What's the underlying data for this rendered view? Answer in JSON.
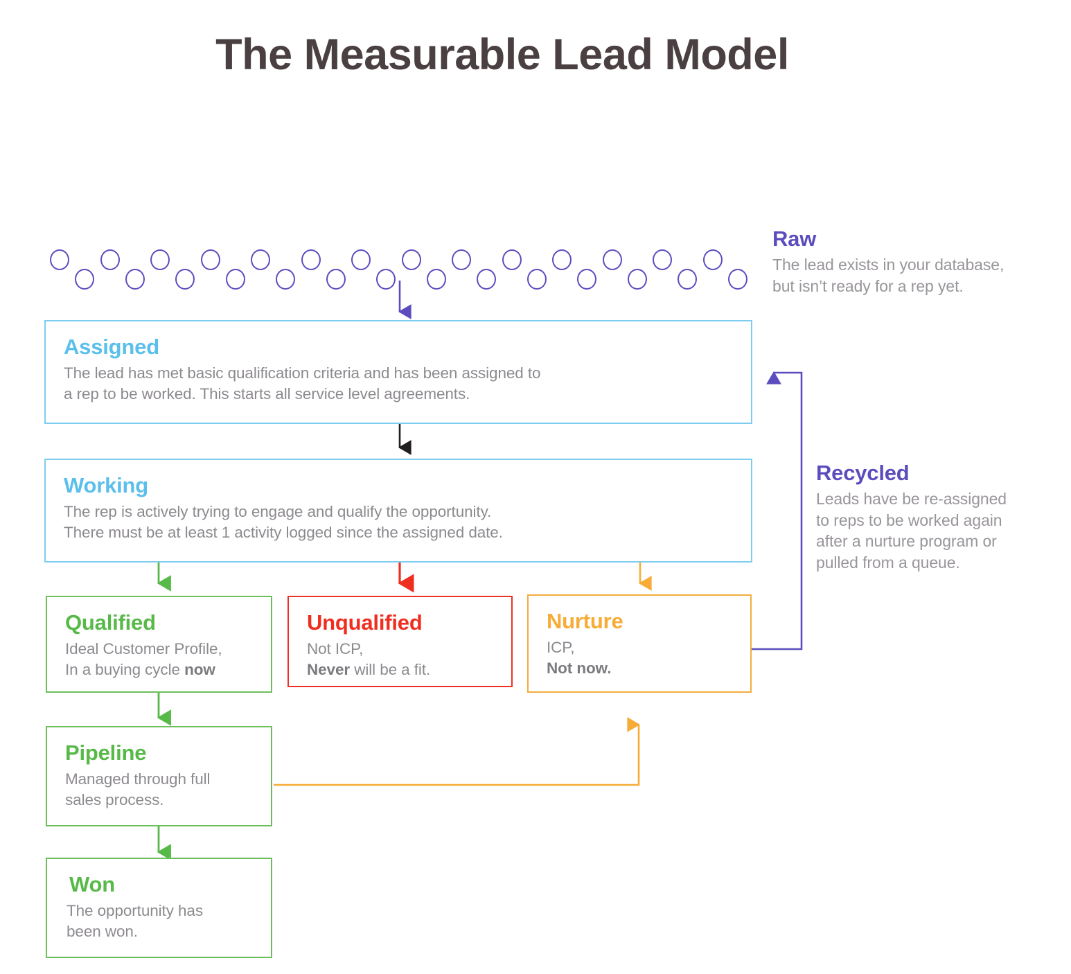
{
  "title": "The Measurable Lead Model",
  "colors": {
    "title": "#4a4042",
    "blue": "#5bbfeb",
    "green": "#57b947",
    "red": "#ef2e20",
    "orange": "#f7ac37",
    "purple": "#5b4dbe",
    "body_text": "#8d8a8f",
    "arrow_dark": "#231f20"
  },
  "notes": [
    {
      "name": "raw",
      "title": "Raw",
      "body_line1": "The lead exists in your database,",
      "body_line2": "but isn’t ready for a rep yet."
    },
    {
      "name": "recycled",
      "title": "Recycled",
      "body_line1": "Leads have be re-assigned",
      "body_line2": "to reps to be worked again",
      "body_line3": "after a nurture program or",
      "body_line4": "pulled from a queue."
    }
  ],
  "stages": [
    {
      "name": "assigned",
      "title": "Assigned",
      "desc_line1": "The lead has met basic qualification criteria and has been assigned to",
      "desc_line2": "a rep to be worked. This starts all service level agreements."
    },
    {
      "name": "working",
      "title": "Working",
      "desc_line1": "The rep is actively trying to engage and qualify the opportunity.",
      "desc_line2": "There must be at least 1 activity logged since the assigned date."
    },
    {
      "name": "qualified",
      "title": "Qualified",
      "desc_line1": "Ideal Customer Profile,",
      "desc_line2_pre": "In a buying cycle ",
      "desc_line2_bold": "now"
    },
    {
      "name": "unqualified",
      "title": "Unqualified",
      "desc_line1": "Not ICP,",
      "desc_line2_bold": "Never",
      "desc_line2_post": " will be a fit."
    },
    {
      "name": "nurture",
      "title": "Nurture",
      "desc_line1": "ICP,",
      "desc_line2_bold": "Not now."
    },
    {
      "name": "pipeline",
      "title": "Pipeline",
      "desc_line1": "Managed through full",
      "desc_line2": "sales process."
    },
    {
      "name": "won",
      "title": "Won",
      "desc_line1": "The opportunity has",
      "desc_line2": "been won."
    }
  ],
  "raw_dots": {
    "count_top_row": 14,
    "count_bottom_row": 14,
    "shape": "circle-outline"
  },
  "connectors": [
    {
      "name": "raw-to-assigned",
      "color": "#5b4dbe",
      "from": "raw",
      "to": "assigned"
    },
    {
      "name": "assigned-to-working",
      "color": "#231f20",
      "from": "assigned",
      "to": "working"
    },
    {
      "name": "working-to-qualified",
      "color": "#57b947",
      "from": "working",
      "to": "qualified"
    },
    {
      "name": "working-to-unqualified",
      "color": "#ef2e20",
      "from": "working",
      "to": "unqualified"
    },
    {
      "name": "working-to-nurture",
      "color": "#f7ac37",
      "from": "working",
      "to": "nurture"
    },
    {
      "name": "qualified-to-pipeline",
      "color": "#57b947",
      "from": "qualified",
      "to": "pipeline"
    },
    {
      "name": "pipeline-to-won",
      "color": "#57b947",
      "from": "pipeline",
      "to": "won"
    },
    {
      "name": "pipeline-to-nurture",
      "color": "#f7ac37",
      "from": "pipeline",
      "to": "nurture"
    },
    {
      "name": "nurture-to-assigned-recycled",
      "color": "#5b4dbe",
      "from": "nurture",
      "to": "assigned"
    }
  ]
}
